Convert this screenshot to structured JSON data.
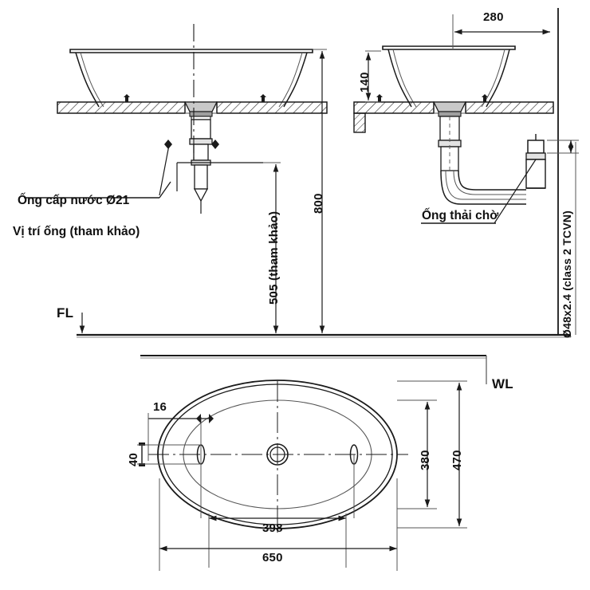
{
  "drawing": {
    "type": "technical-drawing",
    "subject": "Counter-top oval wash basin installation drawing",
    "units": "mm"
  },
  "views": {
    "front_elevation": {
      "name": "front-elevation-view"
    },
    "side_elevation": {
      "name": "side-elevation-view"
    },
    "plan": {
      "name": "plan-view"
    }
  },
  "dimensions": {
    "d280": "280",
    "d140": "140",
    "d800": "800",
    "d505": "505 (tham khảo)",
    "d16": "16",
    "d40": "40",
    "d380": "380",
    "d470": "470",
    "d398": "398",
    "d650": "650"
  },
  "annotations": {
    "supply_pipe": "Ống cấp nước Ø21",
    "pipe_position": "Vị trí ống (tham khảo)",
    "waste_pipe": "Ống thải chờ",
    "wall_pipe_spec": "Ø48x2.4 (class 2 TCVN)",
    "floor_level": "FL",
    "wall_line": "WL"
  },
  "colors": {
    "line": "#1a1a1a",
    "thin": "#555555",
    "hatch": "#333333",
    "background": "#ffffff"
  }
}
